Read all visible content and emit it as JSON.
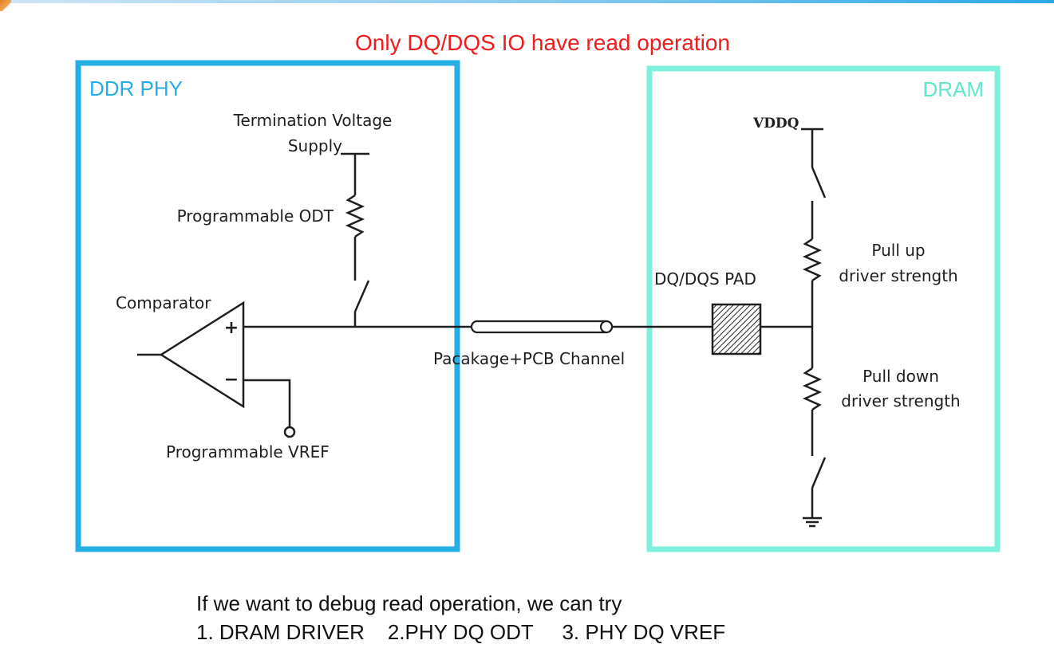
{
  "colors": {
    "title": "#ee1c1c",
    "ddr_phy_box": "#23aee6",
    "dram_box": "#7ff0dc",
    "wire": "#1e1e1e",
    "text": "#1e1e1e"
  },
  "title": "Only DQ/DQS IO have read operation",
  "ddr_phy": {
    "label": "DDR PHY",
    "termination_line1": "Termination Voltage",
    "termination_line2": "Supply",
    "odt_label": "Programmable ODT",
    "comparator_label": "Comparator",
    "plus_symbol": "+",
    "minus_symbol": "−",
    "vref_label": "Programmable VREF"
  },
  "channel": {
    "label": "Pacakage+PCB Channel"
  },
  "dram": {
    "label": "DRAM",
    "vddq_label": "VDDQ",
    "pad_label": "DQ/DQS PAD",
    "pull_up_line1": "Pull up",
    "pull_up_line2": "driver strength",
    "pull_down_line1": "Pull down",
    "pull_down_line2": "driver strength"
  },
  "notes": {
    "line1": "If we want to debug read operation, we can try",
    "line2": "1. DRAM DRIVER    2.PHY DQ ODT     3. PHY DQ VREF"
  }
}
